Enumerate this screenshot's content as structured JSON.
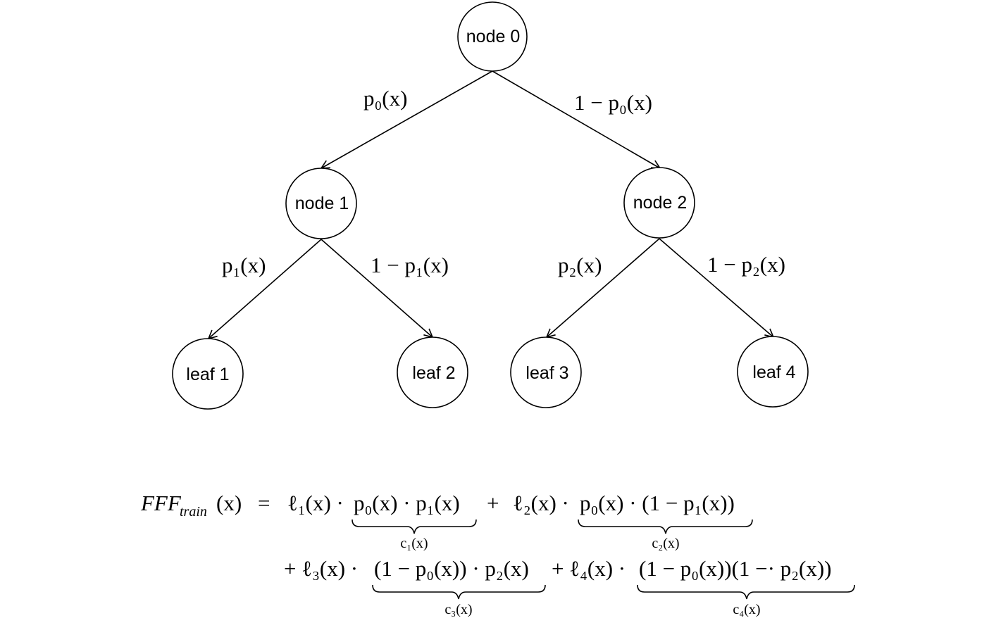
{
  "tree": {
    "nodes": [
      {
        "id": "node0",
        "label": "node 0"
      },
      {
        "id": "node1",
        "label": "node 1"
      },
      {
        "id": "node2",
        "label": "node 2"
      },
      {
        "id": "leaf1",
        "label": "leaf 1"
      },
      {
        "id": "leaf2",
        "label": "leaf 2"
      },
      {
        "id": "leaf3",
        "label": "leaf 3"
      },
      {
        "id": "leaf4",
        "label": "leaf 4"
      }
    ],
    "edges": [
      {
        "from": "node0",
        "to": "node1",
        "label": "p₀(x)"
      },
      {
        "from": "node0",
        "to": "node2",
        "label": "1 − p₀(x)"
      },
      {
        "from": "node1",
        "to": "leaf1",
        "label": "p₁(x)"
      },
      {
        "from": "node1",
        "to": "leaf2",
        "label": "1 − p₁(x)"
      },
      {
        "from": "node2",
        "to": "leaf3",
        "label": "p₂(x)"
      },
      {
        "from": "node2",
        "to": "leaf4",
        "label": "1 − p₂(x)"
      }
    ]
  },
  "equation": {
    "lhs_main": "FFF",
    "lhs_sub": "train",
    "lhs_arg": "(x)",
    "equals": "=",
    "line1": {
      "term1_loss": "ℓ₁(x) ·",
      "term1_coef": "p₀(x) · p₁(x)",
      "term1_label": "c₁(x)",
      "plus": "+",
      "term2_loss": "ℓ₂(x) ·",
      "term2_coef": "p₀(x) · (1 − p₁(x))",
      "term2_label": "c₂(x)"
    },
    "line2": {
      "term3_loss": "+ ℓ₃(x) ·",
      "term3_coef": "(1 − p₀(x)) · p₂(x)",
      "term3_label": "c₃(x)",
      "term4_loss": "+ ℓ₄(x) ·",
      "term4_coef": "(1 − p₀(x))(1 −· p₂(x))",
      "term4_label": "c₄(x)"
    }
  }
}
